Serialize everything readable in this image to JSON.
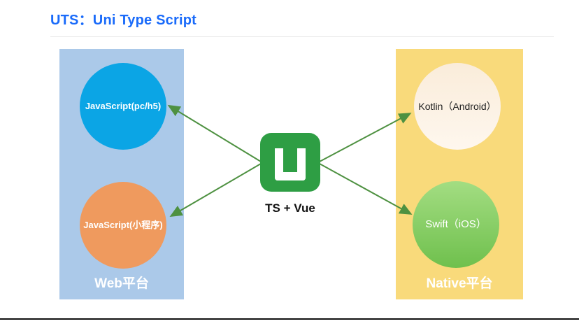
{
  "title": "UTS：Uni Type Script",
  "center": {
    "icon": "uni-app-logo-icon",
    "label": "TS + Vue"
  },
  "panels": {
    "web": {
      "label": "Web平台",
      "nodes": [
        {
          "label": "JavaScript(pc/h5)"
        },
        {
          "label": "JavaScript(小程序)"
        }
      ]
    },
    "native": {
      "label": "Native平台",
      "nodes": [
        {
          "label": "Kotlin（Android）"
        },
        {
          "label": "Swift（iOS）"
        }
      ]
    }
  },
  "colors": {
    "title_blue": "#1A6BFA",
    "panel_web": "#ABC9E9",
    "panel_native": "#F9DA7B",
    "node_javascript_web": "#0BA5E5",
    "node_javascript_miniprogram": "#EF9A5E",
    "node_kotlin": "#FBEFDF",
    "node_swift": "#7CC95B",
    "logo_green": "#2E9E44",
    "arrow_green": "#4E9141"
  }
}
